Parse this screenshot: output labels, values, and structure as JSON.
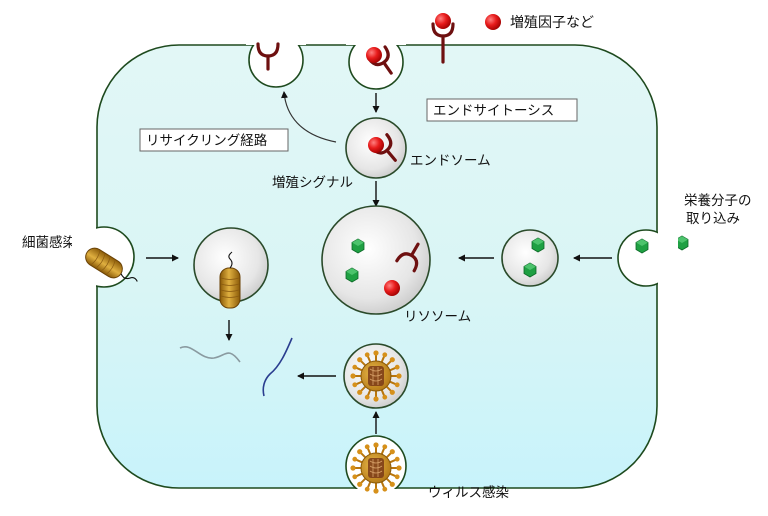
{
  "labels": {
    "growth_factor": "増殖因子など",
    "endocytosis": "エンドサイトーシス",
    "recycling": "リサイクリング経路",
    "endosome": "エンドソーム",
    "growth_signal": "増殖シグナル",
    "nutrient_line1": "栄養分子の",
    "nutrient_line2": "取り込み",
    "bacteria": "細菌感染",
    "lysosome": "リソソーム",
    "virus": "ウィルス感染"
  },
  "colors": {
    "cell_fill_top": "#dbf6f6",
    "cell_fill_bottom": "#cdf4fb",
    "membrane": "#1e4a1e",
    "vesicle": "#e2e2e2",
    "vesicle_stroke": "#2a4a2a",
    "receptor": "#6e1010",
    "ligand": "#e01818",
    "nutrient": "#1fa043",
    "bacterium": "#b8861a",
    "virus_core": "#7a3a18",
    "virus_spike": "#d08a16",
    "arrow": "#111111",
    "debris_grey": "#8a9aa0",
    "debris_blue": "#2a3d8f"
  }
}
